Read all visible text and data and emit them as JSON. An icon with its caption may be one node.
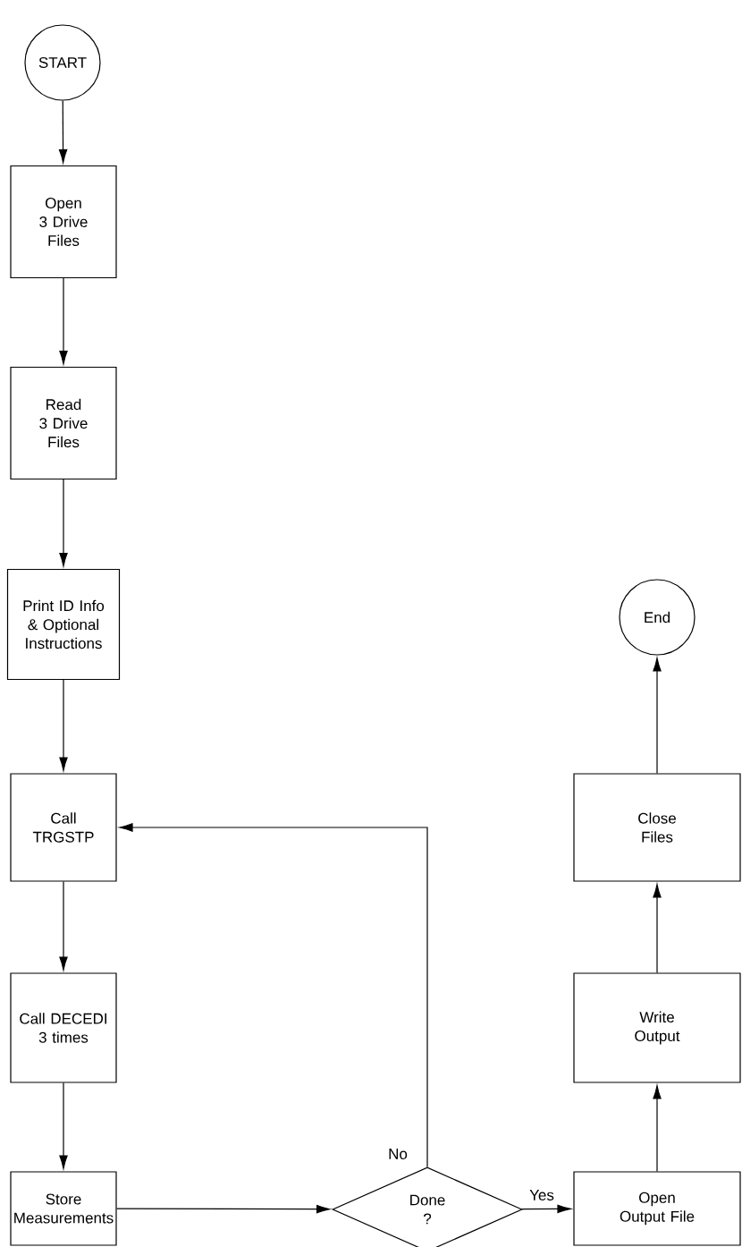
{
  "diagram": {
    "nodes": [
      {
        "text": [
          "START"
        ]
      },
      {
        "text": [
          "Open 3 Drive Files"
        ]
      },
      {
        "text": [
          "Read 3 Drive Files"
        ]
      },
      {
        "text": [
          "Print ID Info & Optional Instructions"
        ]
      },
      {
        "text": [
          "Call TRGSTP"
        ]
      },
      {
        "text": [
          "Call DECEDI 3 times"
        ]
      },
      {
        "text": [
          "Store Measurements"
        ]
      },
      {
        "text": [
          "Done ?"
        ]
      },
      {
        "text": [
          "Open Output File"
        ]
      },
      {
        "text": [
          "Write Output"
        ]
      },
      {
        "text": [
          "Close Files"
        ]
      },
      {
        "text": [
          "End"
        ]
      }
    ],
    "edges": [
      {
        "from": 0,
        "to": 1,
        "arrow": "to"
      },
      {
        "from": 1,
        "to": 2,
        "arrow": "to"
      },
      {
        "from": 2,
        "to": 3,
        "arrow": "to"
      },
      {
        "from": 3,
        "to": 4,
        "arrow": "to"
      },
      {
        "from": 4,
        "to": 5,
        "arrow": "to"
      },
      {
        "from": 5,
        "to": 6,
        "arrow": "to"
      },
      {
        "from": 6,
        "to": 7,
        "arrow": "to"
      },
      {
        "from": 7,
        "to": 4,
        "arrow": "to",
        "label": "No"
      },
      {
        "from": 7,
        "to": 8,
        "arrow": "to",
        "label": "Yes"
      },
      {
        "from": 8,
        "to": 9,
        "arrow": "to"
      },
      {
        "from": 9,
        "to": 10,
        "arrow": "to"
      },
      {
        "from": 10,
        "to": 11,
        "arrow": "to"
      }
    ]
  }
}
